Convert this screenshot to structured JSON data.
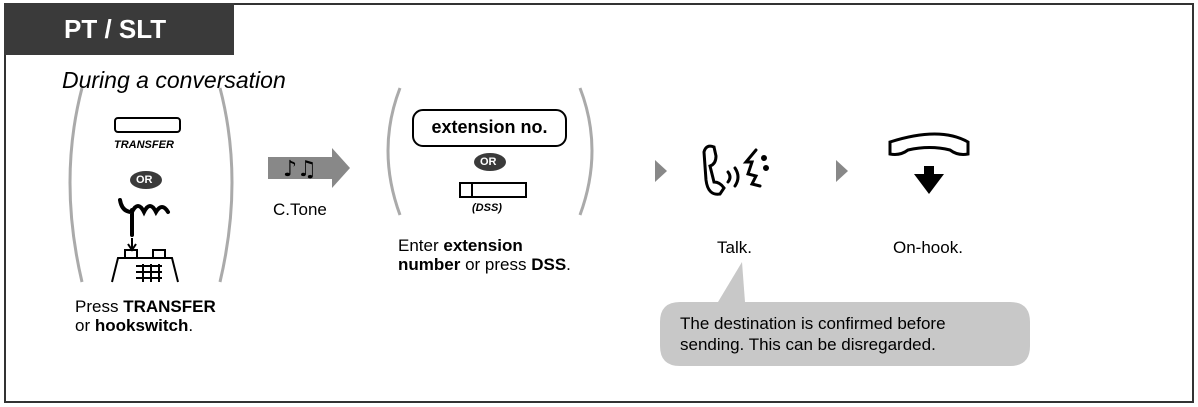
{
  "tab_title": "PT / SLT",
  "heading": "During a conversation",
  "step1": {
    "key_label": "TRANSFER",
    "or_label": "OR",
    "caption_line1_a": "Press ",
    "caption_line1_b": "TRANSFER",
    "caption_line2_a": "or ",
    "caption_line2_b": "hookswitch",
    "caption_line2_c": "."
  },
  "tone_label": "C.Tone",
  "step2": {
    "box_label": "extension no.",
    "or_label": "OR",
    "dss_label": "(DSS)",
    "caption_line1_a": "Enter ",
    "caption_line1_b": "extension",
    "caption_line2_a": "number",
    "caption_line2_b": " or press ",
    "caption_line2_c": "DSS",
    "caption_line2_d": "."
  },
  "talk_label": "Talk.",
  "onhook_label": "On-hook.",
  "note": {
    "line1": "The destination is confirmed before",
    "line2": "sending. This can be disregarded."
  },
  "colors": {
    "dark": "#3a3a3a",
    "bubble": "#c8c8c8",
    "arrow": "#888888"
  }
}
